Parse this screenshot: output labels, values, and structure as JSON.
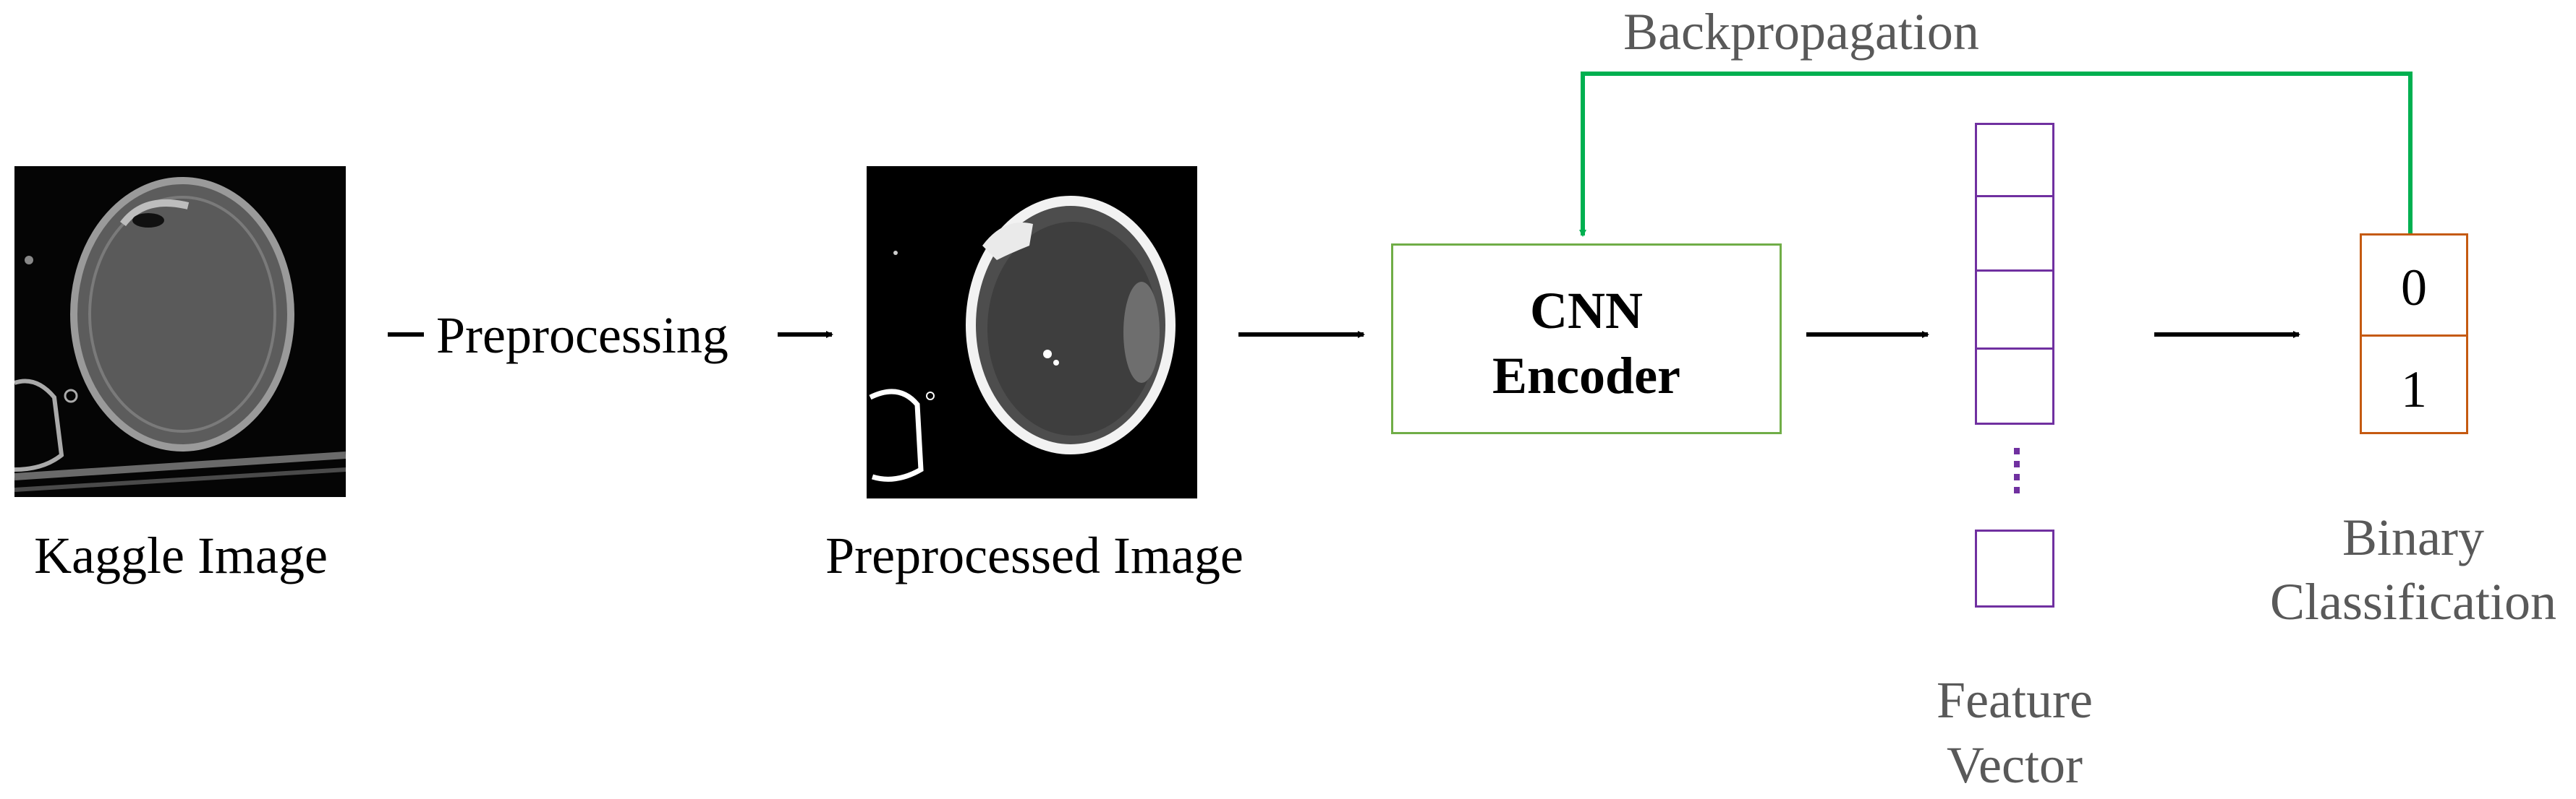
{
  "labels": {
    "kaggle_image": "Kaggle Image",
    "preprocessing": "Preprocessing",
    "preprocessed_image": "Preprocessed Image",
    "cnn_line1": "CNN",
    "cnn_line2": "Encoder",
    "backpropagation": "Backpropagation",
    "feature_line1": "Feature",
    "feature_line2": "Vector",
    "binary_line1": "Binary",
    "binary_line2": "Classification",
    "class_0": "0",
    "class_1": "1"
  },
  "colors": {
    "arrow": "#000000",
    "backprop": "#00b050",
    "cnn_border": "#70ad47",
    "feature_border": "#7030a0",
    "class_border": "#c55a11",
    "caption_gray": "#595959"
  }
}
